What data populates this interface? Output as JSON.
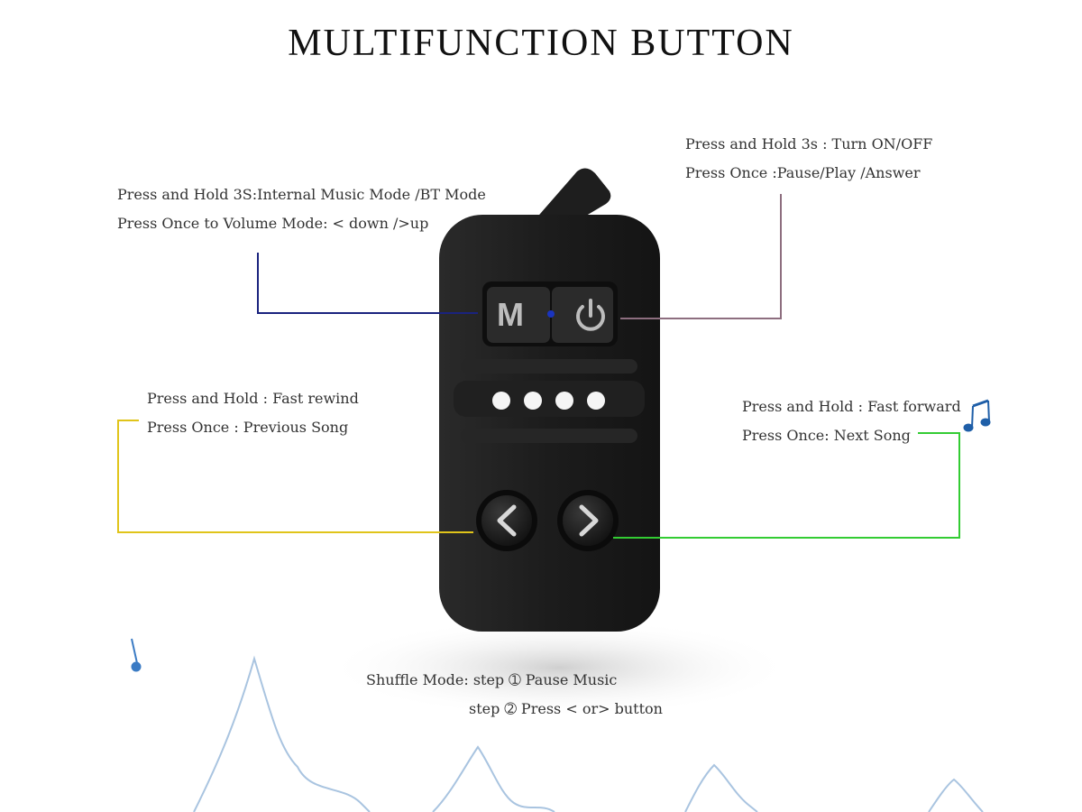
{
  "title": "MULTIFUNCTION BUTTON",
  "device": {
    "m_button_label": "M",
    "power_icon": "power-icon",
    "prev_icon": "chevron-left-icon",
    "next_icon": "chevron-right-icon"
  },
  "annotations": {
    "m_button": {
      "line1": "Press and Hold 3S:Internal Music Mode /BT Mode",
      "line2": "Press Once to Volume Mode: < down />up",
      "color": "#1a237e"
    },
    "power_button": {
      "line1": "Press and Hold 3s : Turn ON/OFF",
      "line2": "Press Once :Pause/Play /Answer",
      "color": "#8d6e7f"
    },
    "prev_button": {
      "line1": "Press and Hold : Fast rewind",
      "line2": "Press Once : Previous Song",
      "color": "#e0c41a"
    },
    "next_button": {
      "line1": "Press and Hold : Fast forward",
      "line2": "Press Once: Next Song",
      "color": "#33cc33"
    },
    "shuffle": {
      "line1": "Shuffle Mode: step ➀ Pause Music",
      "line2": "step ➁ Press < or> button"
    }
  },
  "decor": {
    "music_note_icon": "music-note-icon",
    "wave_color": "#a9c4e0"
  }
}
